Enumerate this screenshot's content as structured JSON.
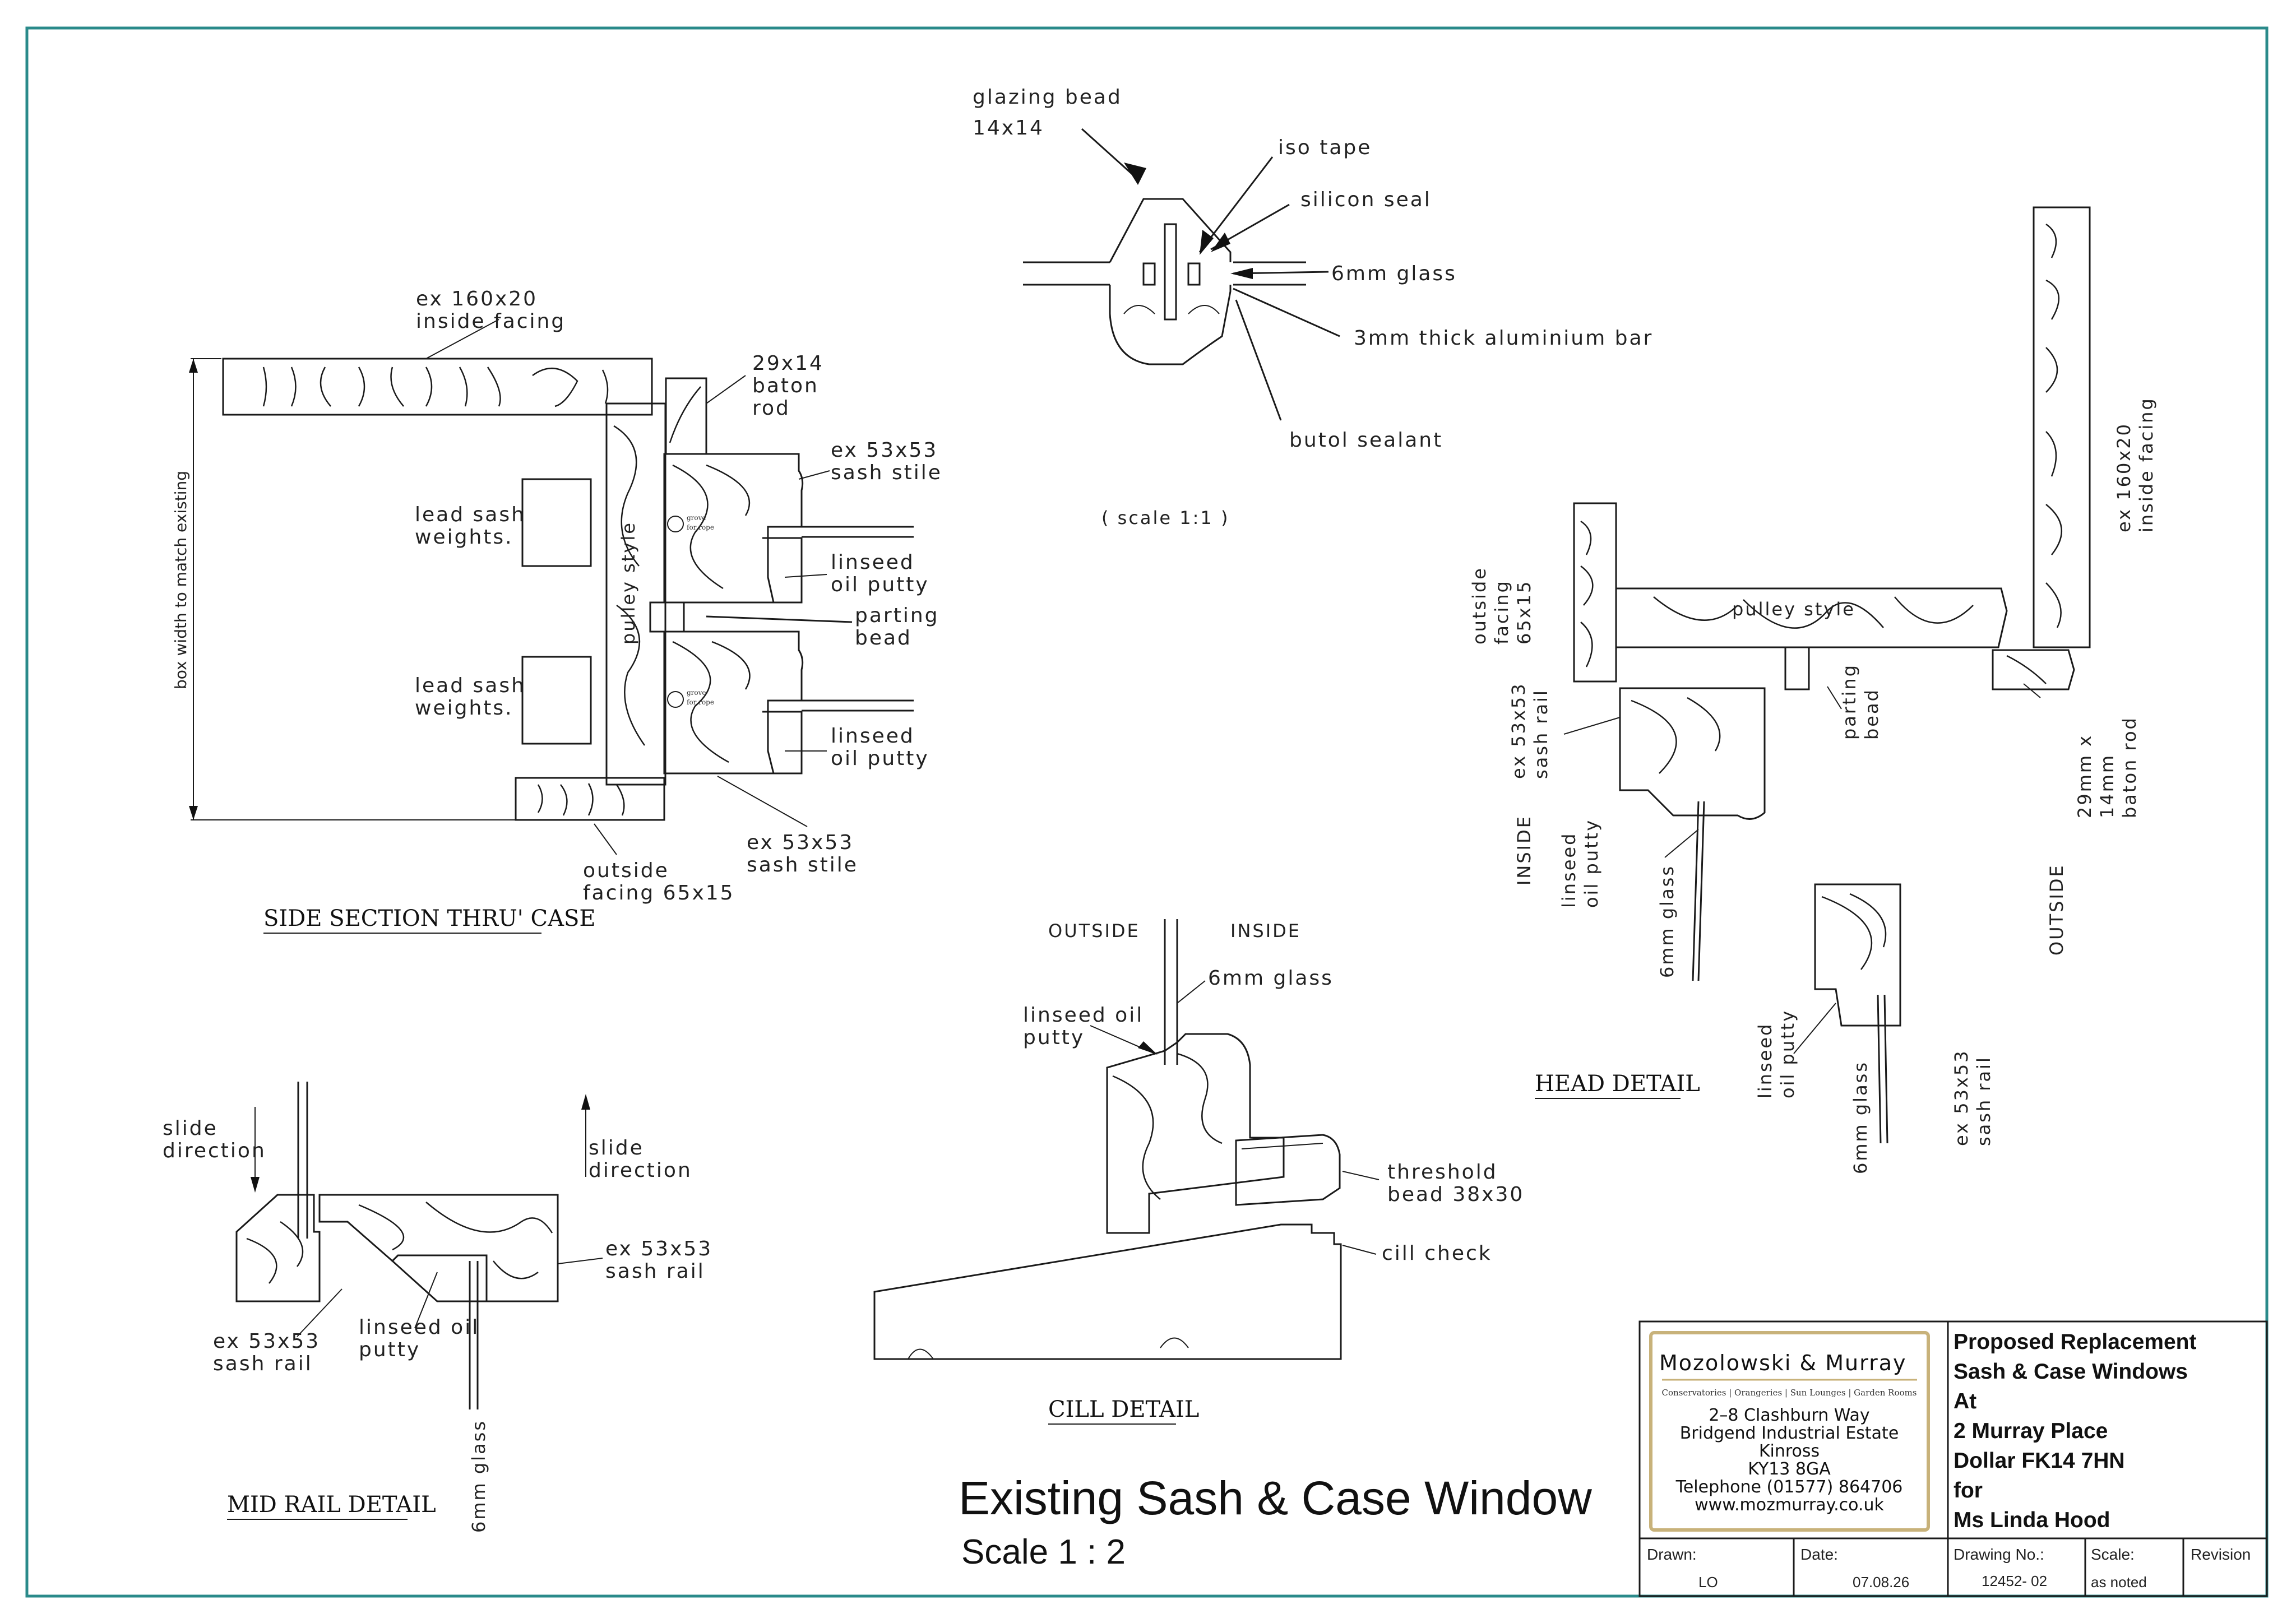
{
  "labels": {
    "glazing_bead_1": "glazing bead",
    "glazing_bead_2": "14x14",
    "iso_tape": "iso tape",
    "silicon_seal": "silicon seal",
    "glass_6mm": "6mm glass",
    "alu_bar": "3mm thick aluminium bar",
    "butol": "butol sealant",
    "scale_detail": "( scale  1:1 )",
    "inside_facing_1": "ex 160x20",
    "inside_facing_2": "inside facing",
    "baton_1": "29x14",
    "baton_2": "baton",
    "baton_3": "rod",
    "sash_stile_a1": "ex 53x53",
    "sash_stile_a2": "sash stile",
    "lead_1a": "lead sash",
    "lead_1b": "weights.",
    "lead_2a": "lead sash",
    "lead_2b": "weights.",
    "grove_1a": "grove",
    "grove_1b": "for rope",
    "grove_2a": "grove",
    "grove_2b": "for rope",
    "pulley_style": "pulley style",
    "putty_a1": "linseed",
    "putty_a2": "oil putty",
    "parting_1": "parting",
    "parting_2": "bead",
    "putty_b1": "linseed",
    "putty_b2": "oil putty",
    "sash_stile_b1": "ex 53x53",
    "sash_stile_b2": "sash stile",
    "outside_facing_1": "outside",
    "outside_facing_2": "facing 65x15",
    "box_width": "box width to match existing",
    "side_section_heading": "SIDE SECTION THRU' CASE",
    "cill_outside": "OUTSIDE",
    "cill_inside": "INSIDE",
    "cill_glass": "6mm glass",
    "cill_putty_1": "linseed oil",
    "cill_putty_2": "putty",
    "threshold_1": "threshold",
    "threshold_2": "bead 38x30",
    "cill_check": "cill check",
    "cill_heading": "CILL DETAIL",
    "slide_dir_1a": "slide",
    "slide_dir_1b": "direction",
    "slide_dir_2a": "slide",
    "slide_dir_2b": "direction",
    "mid_rail_1": "ex 53x53",
    "mid_rail_2": "sash rail",
    "mid_rail_3": "ex 53x53",
    "mid_rail_4": "sash rail",
    "mid_putty_1": "linseed oil",
    "mid_putty_2": "putty",
    "mid_glass": "6mm glass",
    "mid_rail_heading": "MID RAIL DETAIL",
    "head_outside_facing_1": "outside",
    "head_outside_facing_2": "facing",
    "head_outside_facing_3": "65x15",
    "head_pulley": "pulley style",
    "head_parting_1": "parting",
    "head_parting_2": "bead",
    "head_inside_facing_1": "ex 160x20",
    "head_inside_facing_2": "inside facing",
    "head_baton_1": "29mm x",
    "head_baton_2": "14mm",
    "head_baton_3": "baton rod",
    "head_sash_rail_1": "ex 53x53",
    "head_sash_rail_2": "sash rail",
    "head_inside": "INSIDE",
    "head_putty_1": "linseed",
    "head_putty_2": "oil putty",
    "head_glass_1": "6mm glass",
    "head_outside": "OUTSIDE",
    "head_putty_3": "linseed",
    "head_putty_4": "oil putty",
    "head_glass_2": "6mm glass",
    "head_sash_rail_3": "ex 53x53",
    "head_sash_rail_4": "sash rail",
    "head_heading": "HEAD DETAIL"
  },
  "title": {
    "main": "Existing Sash & Case Window",
    "scale": "Scale 1 : 2"
  },
  "company": {
    "name": "Mozolowski & Murray",
    "tagline": "Conservatories | Orangeries | Sun Lounges | Garden Rooms",
    "address_1": "2–8 Clashburn Way",
    "address_2": "Bridgend Industrial Estate",
    "address_3": "Kinross",
    "address_4": "KY13 8GA",
    "phone": "Telephone (01577) 864706",
    "web": "www.mozmurray.co.uk"
  },
  "project": {
    "line1": "Proposed Replacement",
    "line2": "Sash & Case Windows",
    "line3": "At",
    "line4": "2 Murray Place",
    "line5": "Dollar   FK14 7HN",
    "line6": "for",
    "line7": "Ms Linda Hood"
  },
  "title_block": {
    "drawn_label": "Drawn:",
    "drawn_value": "LO",
    "date_label": "Date:",
    "date_value": "07.08.26",
    "drawing_no_label": "Drawing No.:",
    "drawing_no_value": "12452- 02",
    "scale_label": "Scale:",
    "scale_value": "as noted",
    "revision_label": "Revision"
  },
  "colors": {
    "frame": "#2a8a8a",
    "logo_border": "#c8b27a",
    "ink": "#1a1a1a"
  }
}
